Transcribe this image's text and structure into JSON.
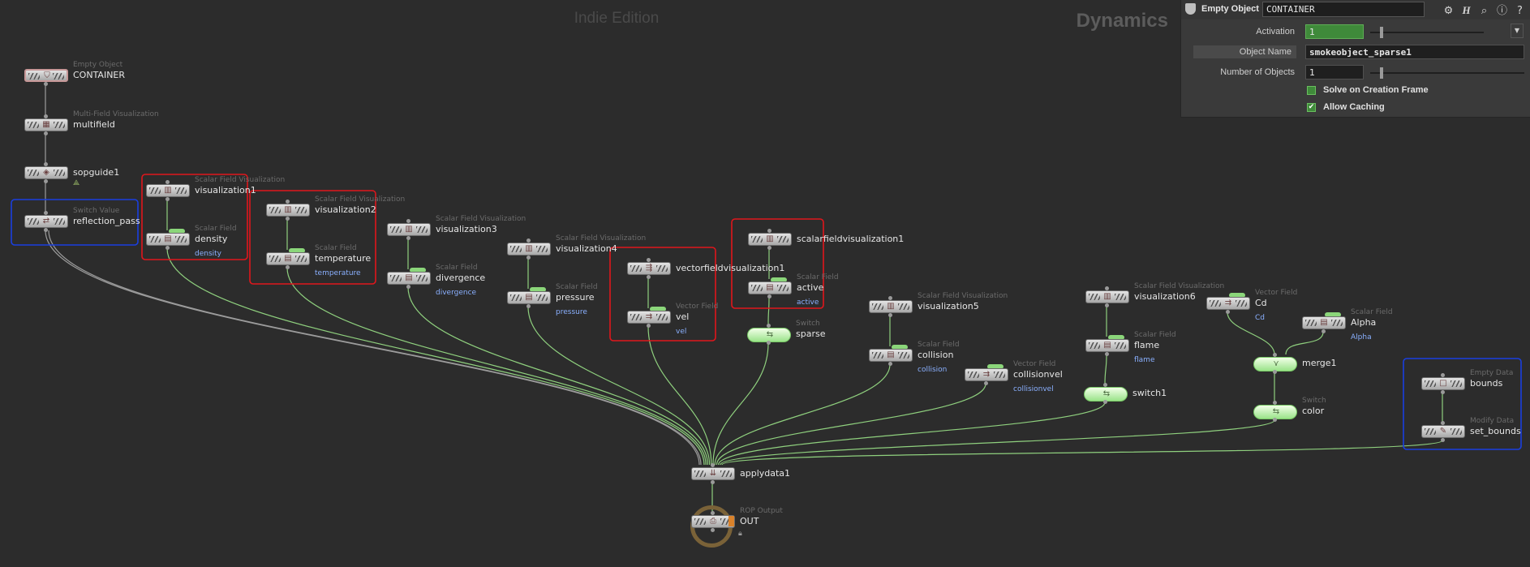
{
  "app": {
    "watermark": "Indie Edition",
    "context": "Dynamics"
  },
  "colors": {
    "background": "#2c2c2c",
    "wire_green": "#8fd07e",
    "wire_gray": "#9c9c9c",
    "highlight_red": "#e0161c",
    "highlight_blue": "#1a3fe0",
    "switch_green": "#9ae389",
    "rop_ring": "#7a6238",
    "rop_flag": "#d9822b"
  },
  "nodes": [
    {
      "id": "container",
      "type": "Empty Object",
      "name": "CONTAINER",
      "sub": "",
      "icon": "shield-icon",
      "kind": "container"
    },
    {
      "id": "multifield",
      "type": "Multi-Field Visualization",
      "name": "multifield",
      "sub": "",
      "icon": "grid-icon",
      "kind": "normal"
    },
    {
      "id": "sopguide1",
      "type": "",
      "name": "sopguide1",
      "sub": "",
      "icon": "guide-icon",
      "kind": "normal"
    },
    {
      "id": "reflection_pass",
      "type": "Switch Value",
      "name": "reflection_pass",
      "sub": "",
      "icon": "switch-value-icon",
      "kind": "normal"
    },
    {
      "id": "visualization1",
      "type": "Scalar Field Visualization",
      "name": "visualization1",
      "sub": "",
      "icon": "scalar-vis-icon",
      "kind": "normal"
    },
    {
      "id": "density",
      "type": "Scalar Field",
      "name": "density",
      "sub": "density",
      "icon": "scalar-field-icon",
      "kind": "field"
    },
    {
      "id": "visualization2",
      "type": "Scalar Field Visualization",
      "name": "visualization2",
      "sub": "",
      "icon": "scalar-vis-icon",
      "kind": "normal"
    },
    {
      "id": "temperature",
      "type": "Scalar Field",
      "name": "temperature",
      "sub": "temperature",
      "icon": "scalar-field-icon",
      "kind": "field"
    },
    {
      "id": "visualization3",
      "type": "Scalar Field Visualization",
      "name": "visualization3",
      "sub": "",
      "icon": "scalar-vis-icon",
      "kind": "normal"
    },
    {
      "id": "divergence",
      "type": "Scalar Field",
      "name": "divergence",
      "sub": "divergence",
      "icon": "scalar-field-icon",
      "kind": "field"
    },
    {
      "id": "visualization4",
      "type": "Scalar Field Visualization",
      "name": "visualization4",
      "sub": "",
      "icon": "scalar-vis-icon",
      "kind": "normal"
    },
    {
      "id": "pressure",
      "type": "Scalar Field",
      "name": "pressure",
      "sub": "pressure",
      "icon": "scalar-field-icon",
      "kind": "field"
    },
    {
      "id": "vectorfieldvisualization1",
      "type": "",
      "name": "vectorfieldvisualization1",
      "sub": "",
      "icon": "vector-vis-icon",
      "kind": "normal"
    },
    {
      "id": "vel",
      "type": "Vector Field",
      "name": "vel",
      "sub": "vel",
      "icon": "vector-field-icon",
      "kind": "field"
    },
    {
      "id": "scalarfieldvisualization1",
      "type": "",
      "name": "scalarfieldvisualization1",
      "sub": "",
      "icon": "scalar-vis-icon",
      "kind": "normal"
    },
    {
      "id": "active",
      "type": "Scalar Field",
      "name": "active",
      "sub": "active",
      "icon": "scalar-field-icon",
      "kind": "field"
    },
    {
      "id": "sparse",
      "type": "Switch",
      "name": "sparse",
      "sub": "",
      "icon": "switch-icon",
      "kind": "switch"
    },
    {
      "id": "visualization5",
      "type": "Scalar Field Visualization",
      "name": "visualization5",
      "sub": "",
      "icon": "scalar-vis-icon",
      "kind": "normal"
    },
    {
      "id": "collision",
      "type": "Scalar Field",
      "name": "collision",
      "sub": "collision",
      "icon": "scalar-field-icon",
      "kind": "field"
    },
    {
      "id": "collisionvel",
      "type": "Vector Field",
      "name": "collisionvel",
      "sub": "collisionvel",
      "icon": "vector-field-icon",
      "kind": "field"
    },
    {
      "id": "visualization6",
      "type": "Scalar Field Visualization",
      "name": "visualization6",
      "sub": "",
      "icon": "scalar-vis-icon",
      "kind": "normal"
    },
    {
      "id": "flame",
      "type": "Scalar Field",
      "name": "flame",
      "sub": "flame",
      "icon": "scalar-field-icon",
      "kind": "field"
    },
    {
      "id": "switch1",
      "type": "",
      "name": "switch1",
      "sub": "",
      "icon": "switch-icon",
      "kind": "switch"
    },
    {
      "id": "Cd",
      "type": "Vector Field",
      "name": "Cd",
      "sub": "Cd",
      "icon": "vector-field-icon",
      "kind": "field"
    },
    {
      "id": "Alpha",
      "type": "Scalar Field",
      "name": "Alpha",
      "sub": "Alpha",
      "icon": "scalar-field-icon",
      "kind": "field"
    },
    {
      "id": "merge1",
      "type": "",
      "name": "merge1",
      "sub": "",
      "icon": "merge-icon",
      "kind": "switch"
    },
    {
      "id": "color",
      "type": "Switch",
      "name": "color",
      "sub": "",
      "icon": "switch-icon",
      "kind": "switch"
    },
    {
      "id": "bounds",
      "type": "Empty Data",
      "name": "bounds",
      "sub": "",
      "icon": "empty-data-icon",
      "kind": "normal"
    },
    {
      "id": "set_bounds",
      "type": "Modify Data",
      "name": "set_bounds",
      "sub": "",
      "icon": "modify-data-icon",
      "kind": "normal"
    },
    {
      "id": "applydata1",
      "type": "",
      "name": "applydata1",
      "sub": "",
      "icon": "apply-data-icon",
      "kind": "normal"
    },
    {
      "id": "OUT",
      "type": "ROP Output",
      "name": "OUT",
      "sub": "",
      "icon": "rop-output-icon",
      "kind": "rop"
    }
  ],
  "params": {
    "header": {
      "type_label": "Empty Object",
      "node_name": "CONTAINER",
      "type_icon": "shield-icon",
      "tool_icons": [
        "gear-icon",
        "houdini-h-icon",
        "search-icon",
        "info-icon",
        "help-icon"
      ]
    },
    "activation": {
      "label": "Activation",
      "value": "1",
      "slider_fraction": 0.1
    },
    "object_name": {
      "label": "Object Name",
      "value": "smokeobject_sparse1"
    },
    "number_of_objects": {
      "label": "Number of Objects",
      "value": "1",
      "slider_fraction": 0.1
    },
    "solve_on_creation_frame": {
      "label": "Solve on Creation Frame",
      "checked": false
    },
    "allow_caching": {
      "label": "Allow Caching",
      "checked": true
    }
  }
}
